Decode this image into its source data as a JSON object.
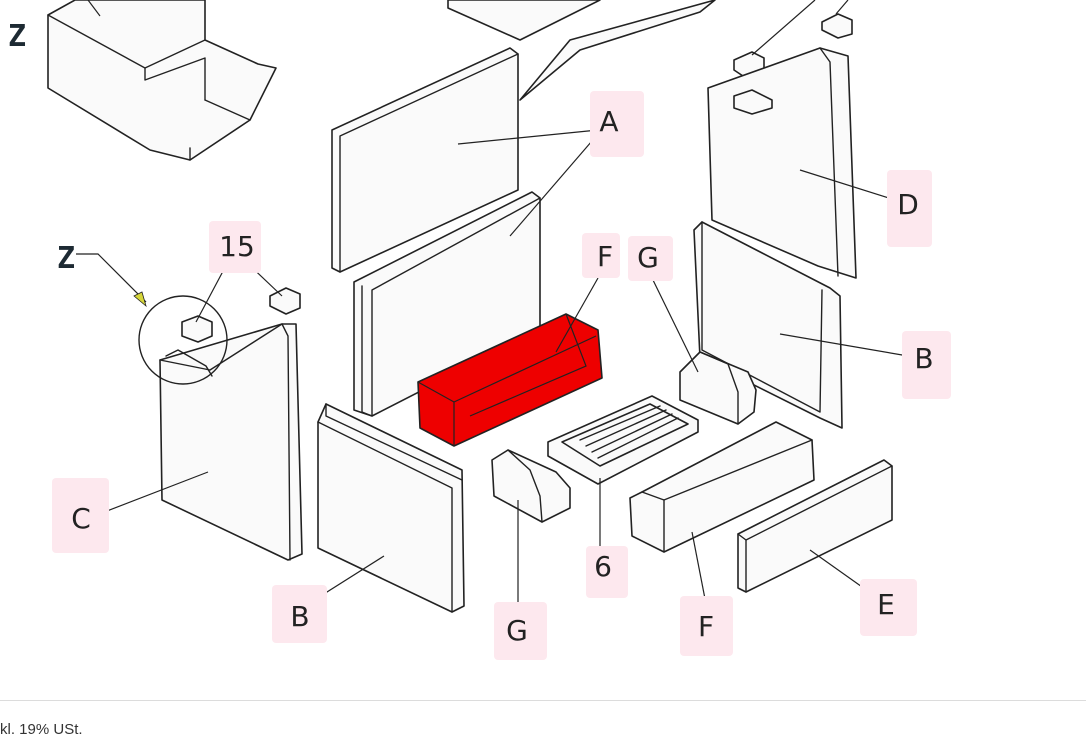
{
  "diagram": {
    "callouts": {
      "a": "A",
      "b_right": "B",
      "b_left": "B",
      "c": "C",
      "d": "D",
      "e": "E",
      "f_top": "F",
      "f_bottom": "F",
      "g_top": "G",
      "g_bottom": "G",
      "six": "6",
      "fifteen": "15"
    },
    "detail_markers": {
      "z_top": "Z",
      "z_detail": "Z"
    },
    "highlight_color": "#ee0000",
    "label_background": "#fde8ee"
  },
  "footer": {
    "price_note": "kl. 19% USt."
  }
}
